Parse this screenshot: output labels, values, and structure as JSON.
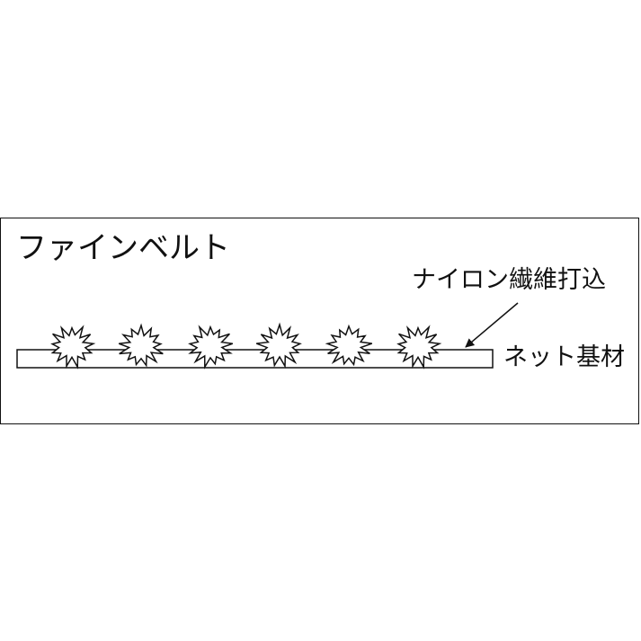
{
  "diagram": {
    "title": "ファインベルト",
    "labels": {
      "fiber": "ナイロン繊維打込",
      "base": "ネット基材"
    },
    "fiber_tuft_count": 6,
    "colors": {
      "line": "#111111",
      "background": "#ffffff"
    }
  }
}
